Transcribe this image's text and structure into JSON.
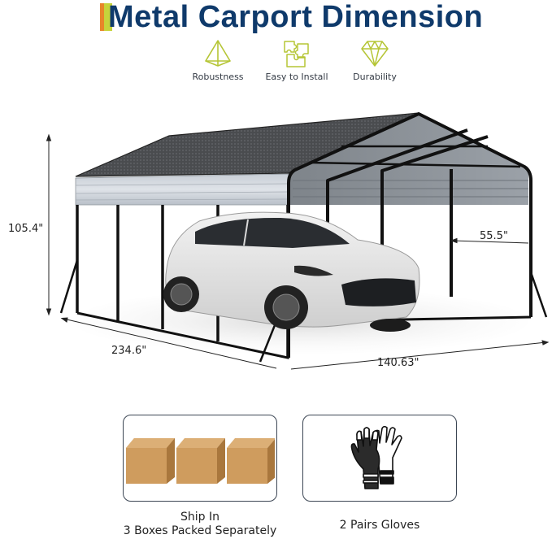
{
  "header": {
    "title": "Metal Carport Dimension",
    "accent_colors": {
      "orange": "#e8862a",
      "lime": "#c6d43b",
      "title": "#0f3a6b",
      "icon": "#b5c535"
    }
  },
  "features": [
    {
      "label": "Robustness",
      "icon": "pyramid-icon"
    },
    {
      "label": "Easy to Install",
      "icon": "puzzle-icon"
    },
    {
      "label": "Durability",
      "icon": "diamond-icon"
    }
  ],
  "dimensions": {
    "height": "105.4\"",
    "bay_width": "55.5\"",
    "length": "234.6\"",
    "width": "140.63\""
  },
  "cards": [
    {
      "caption_line1": "Ship In",
      "caption_line2": "3 Boxes Packed Separately",
      "icon": "cardboard-box-icon"
    },
    {
      "caption_line1": "2 Pairs Gloves",
      "icon": "gloves-icon"
    }
  ]
}
